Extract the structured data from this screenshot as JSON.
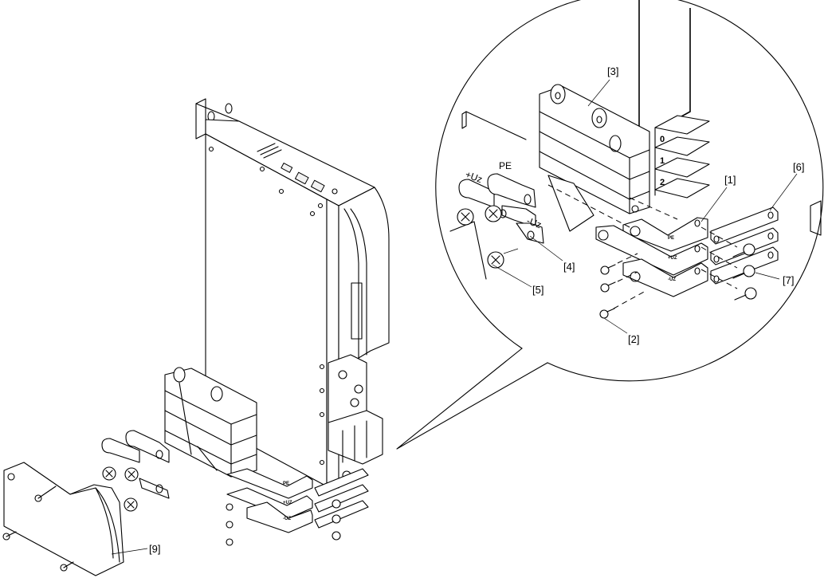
{
  "diagram": {
    "description": "Exploded isometric assembly drawing of a drive unit with DC link terminal block, busbars, cable lugs, screws and cover, with magnified detail callout",
    "callouts": [
      {
        "id": "1",
        "label": "[1]"
      },
      {
        "id": "2",
        "label": "[2]"
      },
      {
        "id": "3",
        "label": "[3]"
      },
      {
        "id": "4",
        "label": "[4]"
      },
      {
        "id": "5",
        "label": "[5]"
      },
      {
        "id": "6",
        "label": "[6]"
      },
      {
        "id": "7",
        "label": "[7]"
      },
      {
        "id": "9",
        "label": "[9]"
      }
    ],
    "terminal_labels": {
      "plus_uz": "+Uz",
      "pe": "PE",
      "minus_uz": "-Uz"
    },
    "busbar_markings": [
      "PE",
      "+UZ",
      "-UZ"
    ],
    "tab_numbers": [
      "0",
      "1",
      "2"
    ]
  }
}
